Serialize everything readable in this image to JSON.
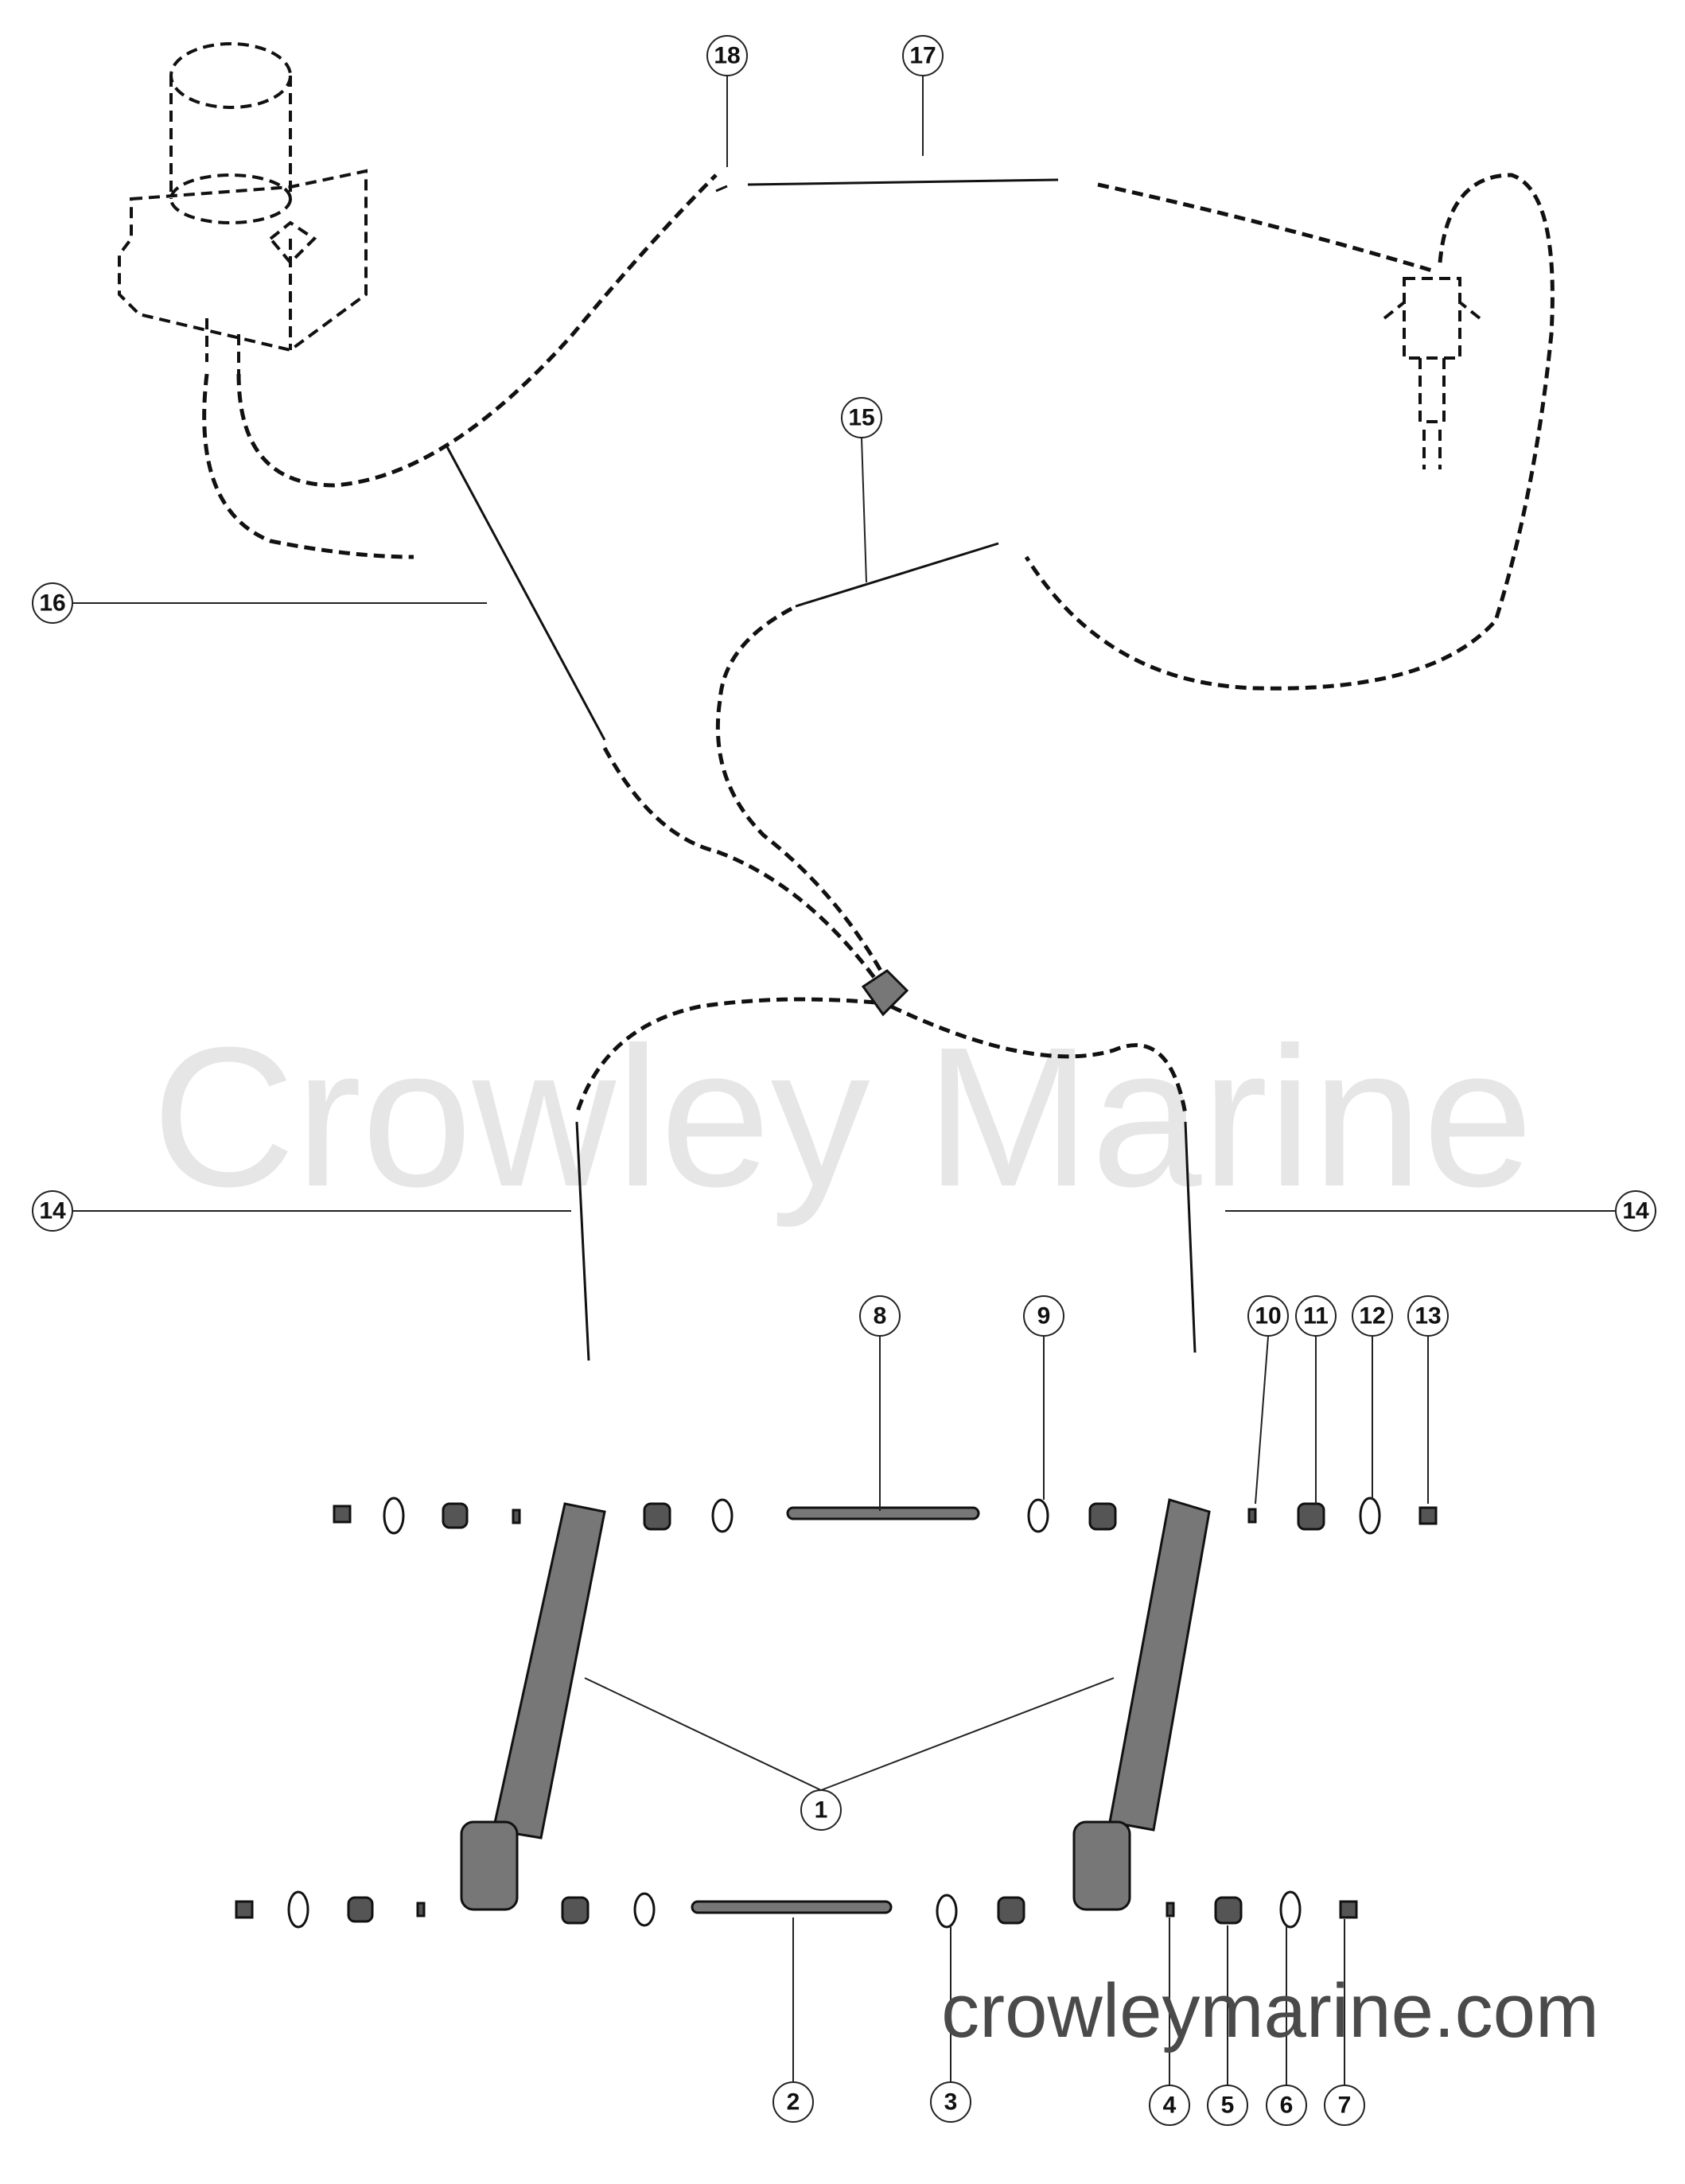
{
  "watermark": {
    "text": "Crowley Marine",
    "url": "crowleymarine.com"
  },
  "callouts": {
    "c1": "1",
    "c2": "2",
    "c3": "3",
    "c4": "4",
    "c5": "5",
    "c6": "6",
    "c7": "7",
    "c8": "8",
    "c9": "9",
    "c10": "10",
    "c11": "11",
    "c12": "12",
    "c13": "13",
    "c14": "14",
    "c15": "15",
    "c16": "16",
    "c17": "17",
    "c18": "18"
  }
}
